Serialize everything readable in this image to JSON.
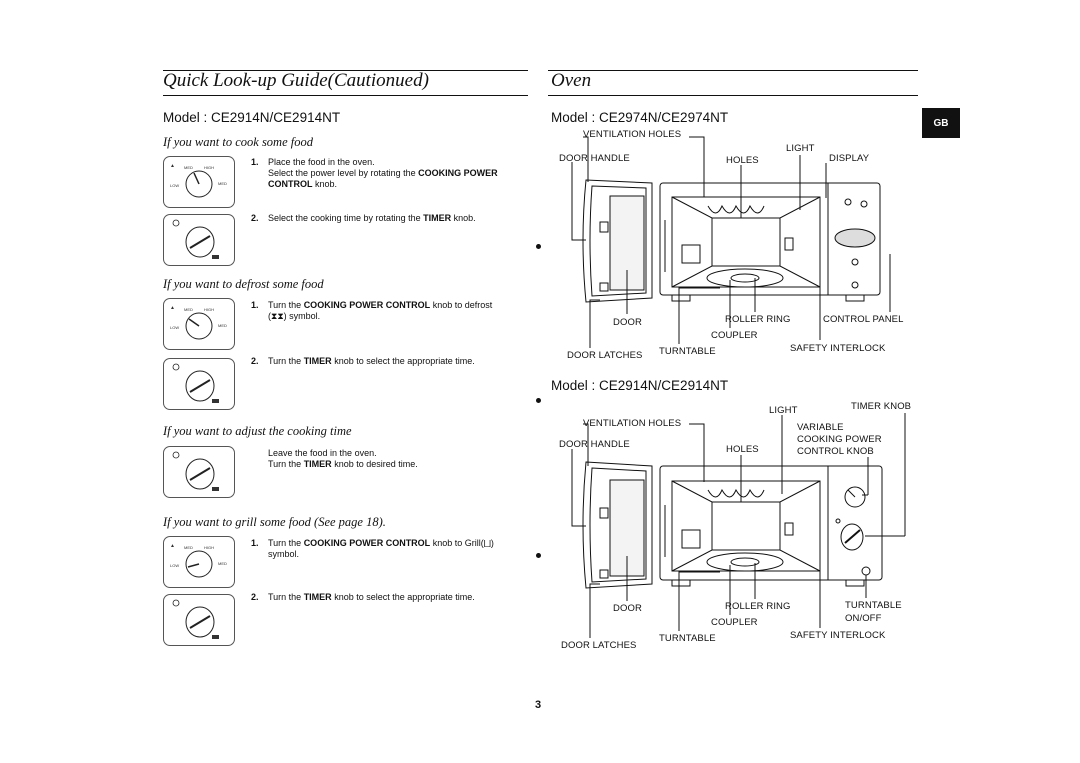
{
  "left": {
    "title": "Quick Look-up Guide(Cautionued)",
    "model": "Model : CE2914N/CE2914NT",
    "sections": [
      {
        "heading": "If you want to cook some food",
        "step1_num": "1.",
        "step1_a": "Place the food in the oven.",
        "step1_b_pre": "Select the power level by  rotating the ",
        "step1_b_bold": "COOKING POWER",
        "step1_c_bold": "CONTROL",
        "step1_c_post": " knob.",
        "step2_num": "2.",
        "step2_pre": "Select the cooking time by rotating the ",
        "step2_bold": "TIMER",
        "step2_post": " knob."
      },
      {
        "heading": "If you want to defrost some food",
        "step1_num": "1.",
        "step1_pre": "Turn the ",
        "step1_bold": "COOKING POWER CONTROL",
        "step1_post": " knob to defrost",
        "step1_sym": "symbol.",
        "step2_num": "2.",
        "step2_pre": "Turn the ",
        "step2_bold": "TIMER",
        "step2_post": " knob to select the appropriate time."
      },
      {
        "heading": "If you want to adjust the cooking time",
        "line1": "Leave the food in the oven.",
        "line2_pre": "Turn the ",
        "line2_bold": "TIMER",
        "line2_post": " knob to desired time."
      },
      {
        "heading": "If you want to grill some food (See page 18).",
        "step1_num": "1.",
        "step1_pre": "Turn the ",
        "step1_bold": "COOKING POWER CONTROL",
        "step1_post": " knob to Grill(",
        "step1_end": ")",
        "step1_sym": "symbol.",
        "step2_num": "2.",
        "step2_pre": "Turn the ",
        "step2_bold": "TIMER",
        "step2_post": " knob to select the appropriate time."
      }
    ]
  },
  "right": {
    "title": "Oven",
    "badge": "GB",
    "diagram1": {
      "model": "Model : CE2974N/CE2974NT",
      "labels": {
        "ventilation_holes": "VENTILATION HOLES",
        "light": "LIGHT",
        "door_handle": "DOOR HANDLE",
        "holes": "HOLES",
        "display": "DISPLAY",
        "door": "DOOR",
        "roller_ring": "ROLLER RING",
        "control_panel": "CONTROL PANEL",
        "coupler": "COUPLER",
        "door_latches": "DOOR LATCHES",
        "turntable": "TURNTABLE",
        "safety_interlock": "SAFETY INTERLOCK"
      }
    },
    "diagram2": {
      "model": "Model : CE2914N/CE2914NT",
      "labels": {
        "light": "LIGHT",
        "timer_knob": "TIMER KNOB",
        "ventilation_holes": "VENTILATION HOLES",
        "variable": "VARIABLE",
        "cooking_power": "COOKING POWER",
        "control_knob": "CONTROL KNOB",
        "door_handle": "DOOR HANDLE",
        "holes": "HOLES",
        "door": "DOOR",
        "roller_ring": "ROLLER RING",
        "turntable_onoff_1": "TURNTABLE",
        "turntable_onoff_2": "ON/OFF",
        "coupler": "COUPLER",
        "door_latches": "DOOR LATCHES",
        "turntable": "TURNTABLE",
        "safety_interlock": "SAFETY INTERLOCK"
      }
    }
  },
  "page_number": "3"
}
